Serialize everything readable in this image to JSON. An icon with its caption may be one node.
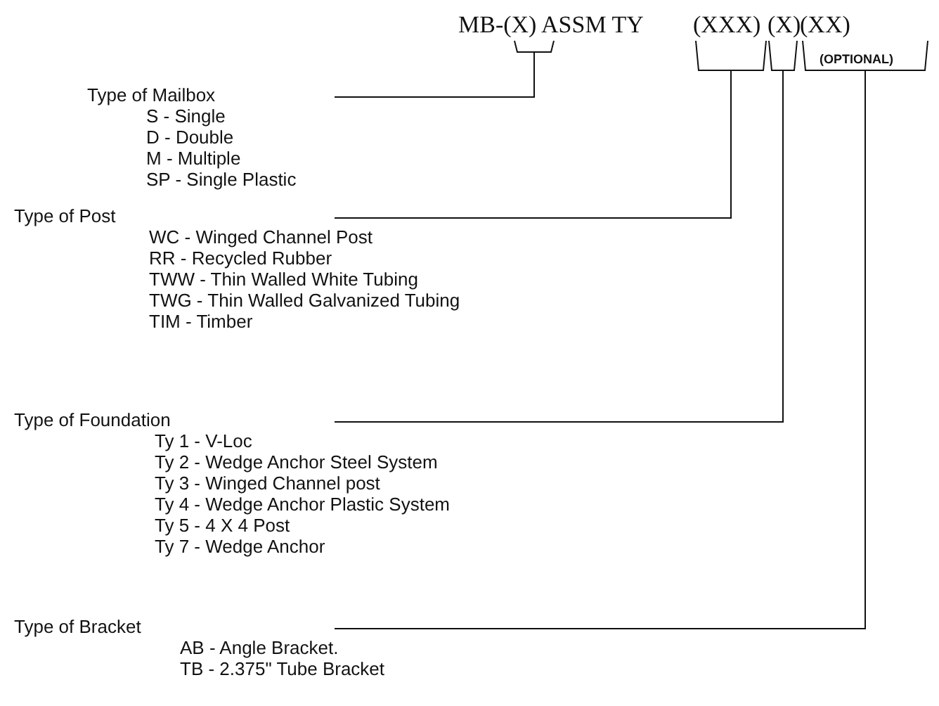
{
  "diagram": {
    "nodes": [
      {
        "text": [
          "MB-(X) ASSM TY"
        ]
      },
      {
        "text": [
          "(XXX)"
        ]
      },
      {
        "text": [
          "(X)"
        ]
      },
      {
        "text": [
          "(XX)"
        ],
        "beside": [
          "(OPTIONAL)"
        ]
      },
      {
        "text": [
          "Type of Mailbox",
          "S - Single",
          "D - Double",
          "M - Multiple",
          "SP - Single Plastic"
        ]
      },
      {
        "text": [
          "Type of Post",
          "WC - Winged Channel Post",
          "RR - Recycled Rubber",
          "TWW - Thin Walled White Tubing",
          "TWG - Thin Walled Galvanized Tubing",
          "TIM - Timber"
        ]
      },
      {
        "text": [
          "Type of Foundation",
          "Ty 1 - V-Loc",
          "Ty 2 - Wedge Anchor Steel System",
          "Ty 3 - Winged Channel post",
          "Ty 4 - Wedge Anchor Plastic System",
          "Ty 5 - 4 X 4 Post",
          "Ty 7 - Wedge Anchor"
        ]
      },
      {
        "text": [
          "Type of Bracket",
          "AB - Angle Bracket.",
          "TB - 2.375\" Tube Bracket"
        ]
      }
    ],
    "edges": [
      {
        "from": 4,
        "to": 0,
        "arrow": "none"
      },
      {
        "from": 5,
        "to": 1,
        "arrow": "none"
      },
      {
        "from": 6,
        "to": 2,
        "arrow": "none"
      },
      {
        "from": 7,
        "to": 3,
        "arrow": "none"
      }
    ]
  }
}
